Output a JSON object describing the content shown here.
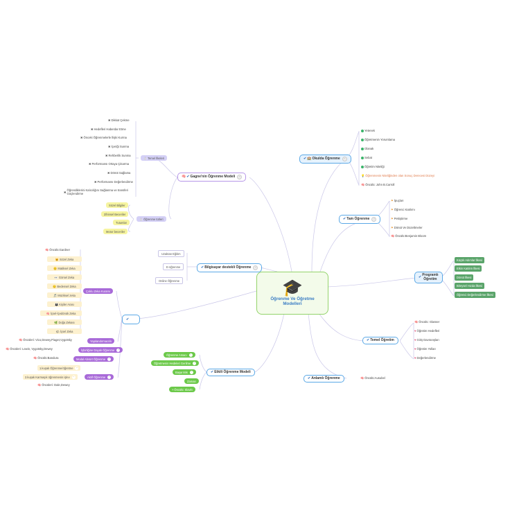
{
  "center": {
    "icon": "graduation-cap-icon",
    "title_line1": "Öğrenme Ve Öğretme",
    "title_line2": "Modelleri"
  },
  "branches": {
    "gagne": {
      "label": "Gagne'nin Öğrenme Modeli",
      "subgroups": {
        "temel": "Temel İlkeleri",
        "ogrenme_turleri": "Öğrenme türleri"
      },
      "temel_items": [
        "Dikkat Çekme",
        "Hedefleri Haberdar Etme",
        "Önceki Öğrenmelerle İlişki Kurma",
        "İçeriği Sunma",
        "Rehberlik Sunma",
        "Performansı Ortaya Çıkarma",
        "Dönüt Sağlama",
        "Performansı Değerlendirme",
        "Öğrendiklerini Kalıcılığını Sağlanma ve transferi Güçlendirme"
      ],
      "tur_items": [
        "Sözel Bilgiler",
        "Zihinsel Beceriler",
        "Tutumlar",
        "Motor beceriler"
      ]
    },
    "bilgisayar": {
      "label": "Bilgisayar destekli Öğrenme",
      "items": [
        "Uzaktan Eğitim",
        "E-öğrenme",
        "Online Öğrenme"
      ]
    },
    "blank": {
      "label": ""
    },
    "coklu": {
      "label": "Çoklu Zeka Kuramı",
      "author": "Öncülü:Gardner",
      "items": [
        "Sözel Zeka",
        "Matiksel Zeka",
        "Görsel Zeka",
        "Bedensel Zeka",
        "Müziksel zeka",
        "Kişiler Arası",
        "İçsel-İçedönük Zeka",
        "Doğa Zekası",
        "İçsel Zeka"
      ]
    },
    "yapilandirmacilik": {
      "label": "Yapılandırmacılık",
      "author": "Öncüleri: Vico,Dewey,Piaget,Vygotsky"
    },
    "isbirlikci": {
      "label": "İşbirliğine Dayalı Öğrenme",
      "author": "Öncüleri: Lewin, Vygotsky,Dewey"
    },
    "modal": {
      "label": "Modal Absürt Öğrenme",
      "author": "Öncülü:Bandura"
    },
    "aktif": {
      "label": "Aktif Öğrenme",
      "items": [
        "1.kuşak Öğrenme/öğretme",
        "2.kuşak Karmaşık öğrenmenin işlev"
      ],
      "author": "Öncüleri: Dale,Dewey"
    },
    "etkili": {
      "label": "Etkili Öğrenme Modeli",
      "items": [
        "Öğrenme Amacı",
        "Öğretmenin Hedeleri Gerilme",
        "Başarılılık",
        "Zaman",
        "Öncülü: Slavin"
      ]
    },
    "okulda": {
      "label": "Okulda Öğrenme",
      "items": [
        "Yetenek",
        "Öğretmenin Yorumlama",
        "Olanak",
        "Sebat",
        "Öğretim Niteliği",
        "Öğrenmenin Niteliğinden olan Sonuç Derecesi Düzeyi",
        "Öncülü: John B.Carroll"
      ]
    },
    "tam": {
      "label": "Tam Öğrenme",
      "items": [
        "İpuçları",
        "Öğrenci Katılımı",
        "Pekiştirme",
        "Dönüt Ve Düzeltmeler",
        "Öncülü:Benjamin Bloom"
      ]
    },
    "programli": {
      "label_line1": "Programlı",
      "label_line2": "Öğretim",
      "items": [
        "Küçük Adımlar İlkesi",
        "Etkin Katılım İlkesi",
        "Dönüt İlkesi",
        "Bireysel Hızda İlkesi",
        "Öğrenci Değerlendirme İlkesi"
      ]
    },
    "temel_ogretim": {
      "label": "Temel Öğretim",
      "items": [
        "Öncülü: Glasser",
        "Öğretim Hedefleri",
        "Giriş Davranışları",
        "Öğretim Yolları",
        "Değerlendirme"
      ]
    },
    "anlamli": {
      "label": "Anlamlı Öğrenme",
      "author": "Öncülü:Ausubel"
    }
  }
}
